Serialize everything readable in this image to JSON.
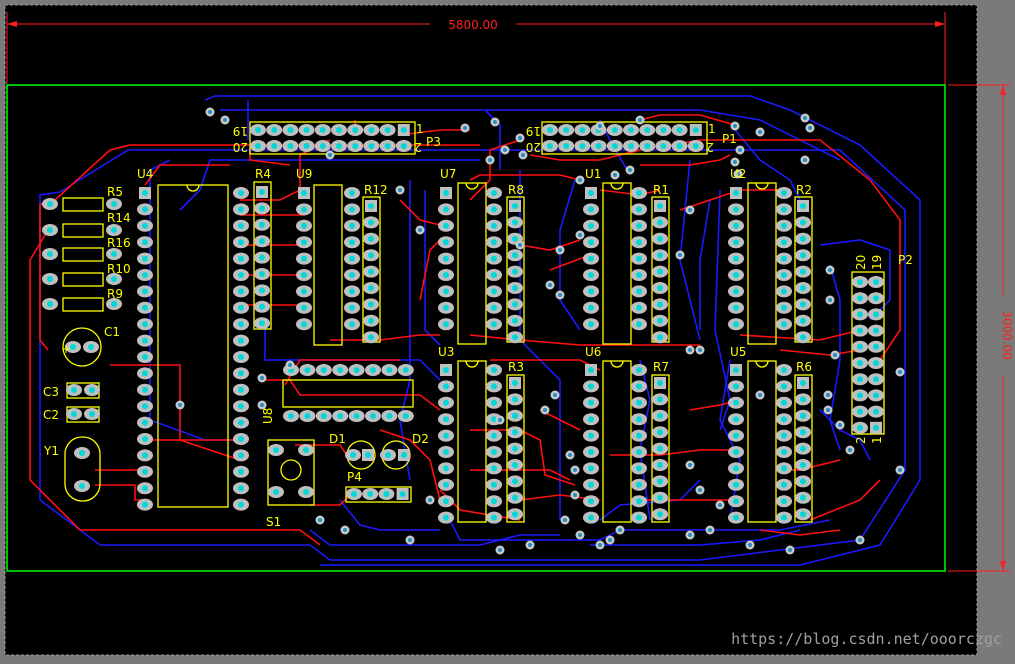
{
  "dimensions": {
    "width_label": "5800.00",
    "height_label": "3000.00"
  },
  "components": [
    {
      "ref": "U4"
    },
    {
      "ref": "U9"
    },
    {
      "ref": "U7"
    },
    {
      "ref": "U1"
    },
    {
      "ref": "U2"
    },
    {
      "ref": "U3"
    },
    {
      "ref": "U6"
    },
    {
      "ref": "U5"
    },
    {
      "ref": "U8"
    },
    {
      "ref": "R1"
    },
    {
      "ref": "R2"
    },
    {
      "ref": "R3"
    },
    {
      "ref": "R4"
    },
    {
      "ref": "R5"
    },
    {
      "ref": "R6"
    },
    {
      "ref": "R7"
    },
    {
      "ref": "R8"
    },
    {
      "ref": "R9"
    },
    {
      "ref": "R10"
    },
    {
      "ref": "R12"
    },
    {
      "ref": "R14"
    },
    {
      "ref": "R16"
    },
    {
      "ref": "C1"
    },
    {
      "ref": "C2"
    },
    {
      "ref": "C3"
    },
    {
      "ref": "Y1"
    },
    {
      "ref": "D1"
    },
    {
      "ref": "D2"
    },
    {
      "ref": "S1"
    },
    {
      "ref": "P1"
    },
    {
      "ref": "P2"
    },
    {
      "ref": "P3"
    },
    {
      "ref": "P4"
    }
  ],
  "pin_labels": {
    "p3_19": "19",
    "p3_20": "20",
    "p3_1": "1",
    "p3_2": "2",
    "p1_19": "19",
    "p1_20": "20",
    "p1_1": "1",
    "p1_2": "2",
    "p2_20": "20",
    "p2_19": "19",
    "p2_2": "2",
    "p2_1": "1",
    "c1_plus": "+"
  },
  "watermark": "https://blog.csdn.net/ooorczgc",
  "colors": {
    "background": "#000000",
    "frame": "#7a7a7a",
    "board_outline": "#00ff00",
    "silkscreen": "#ffff00",
    "top_layer": "#ff1010",
    "bottom_layer": "#1a1aff",
    "dimension": "#ff2020"
  }
}
